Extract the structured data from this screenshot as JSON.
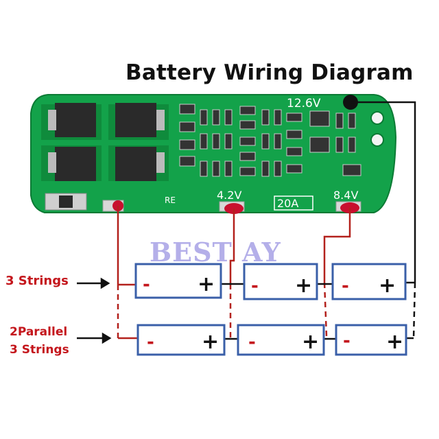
{
  "title": "Battery Wiring Diagram",
  "board": {
    "voltage_top": "12.6V",
    "voltage_mid1": "4.2V",
    "voltage_mid2": "8.4V",
    "current": "20A",
    "re_marking": "RE",
    "board_color": "#13a24a"
  },
  "watermark": "BEST AY",
  "labels": {
    "three_strings": "3 Strings",
    "two_parallel_line1": "2Parallel",
    "two_parallel_line2": "3 Strings"
  },
  "battery_signs": {
    "minus": "-",
    "plus": "+"
  },
  "colors": {
    "wire_red": "#b3211c",
    "wire_black": "#111111",
    "battery_border": "#3a5fa8",
    "text_red": "#c4161c"
  }
}
